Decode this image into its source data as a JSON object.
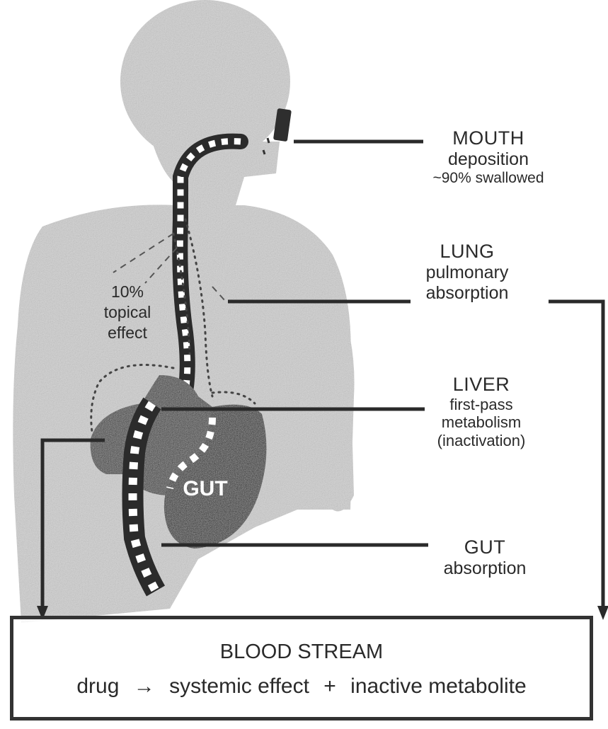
{
  "labels": {
    "mouth": {
      "title": "MOUTH",
      "line1": "deposition",
      "line2": "~90% swallowed"
    },
    "lung": {
      "title": "LUNG",
      "line1": "pulmonary",
      "line2": "absorption"
    },
    "liver": {
      "title": "LIVER",
      "line1": "first-pass",
      "line2": "metabolism",
      "line3": "(inactivation)"
    },
    "gut": {
      "title": "GUT",
      "line1": "absorption"
    },
    "topical": {
      "line1": "10%",
      "line2": "topical",
      "line3": "effect"
    },
    "organ_gut": "GUT"
  },
  "blood_stream": {
    "title": "BLOOD STREAM",
    "drug": "drug",
    "arrow": "→",
    "effect": "systemic effect",
    "plus": "+",
    "metabolite": "inactive metabolite"
  },
  "colors": {
    "ink": "#2a2a2a",
    "silhouette": "#c9c9c9",
    "organ": "#2b2b2b"
  }
}
